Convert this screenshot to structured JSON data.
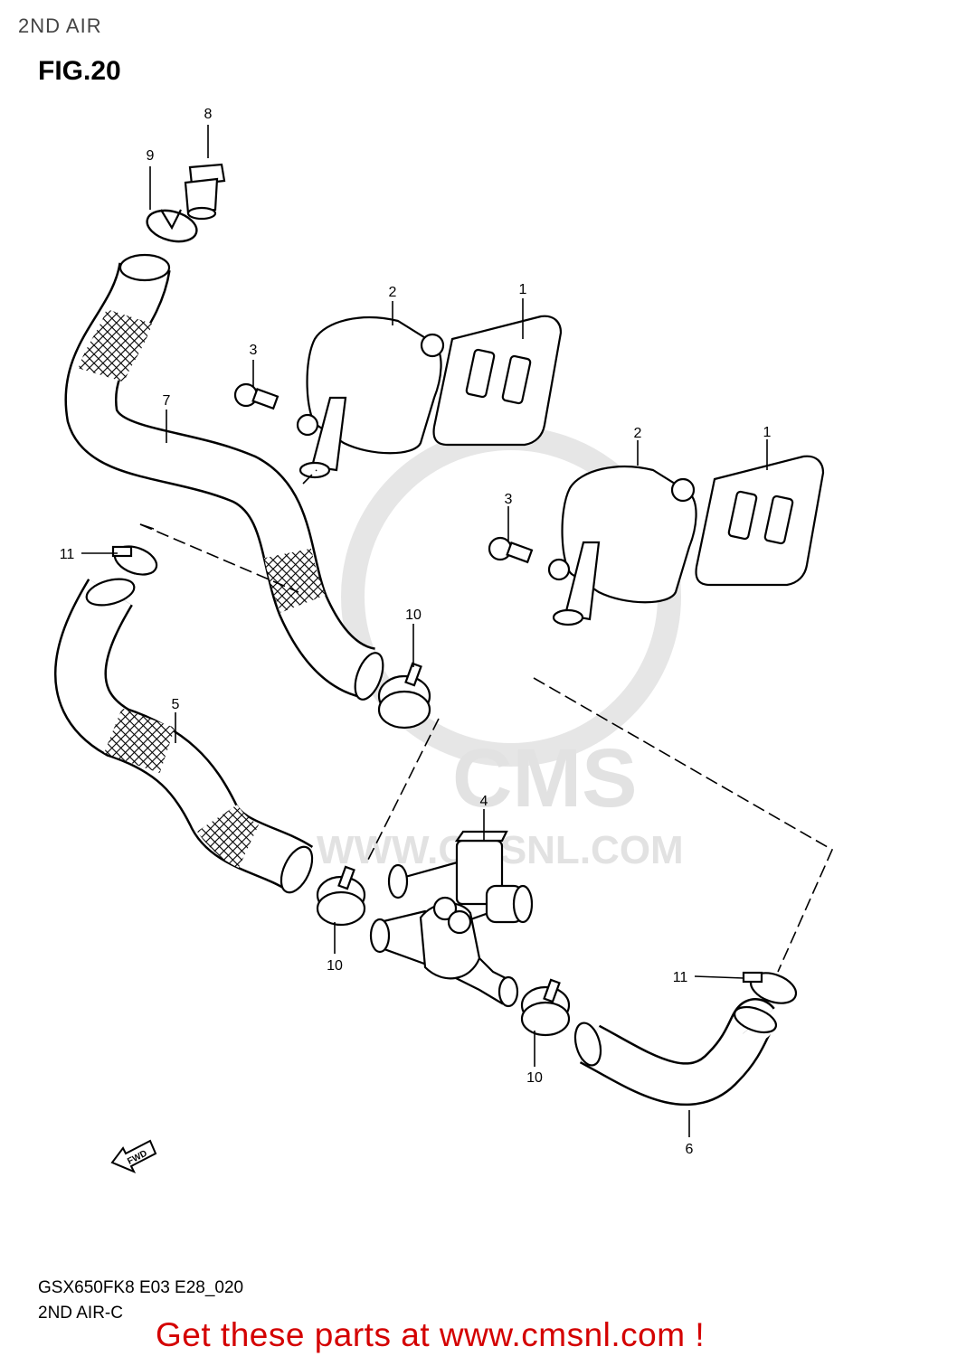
{
  "header": {
    "title": "2ND AIR"
  },
  "figure": {
    "label": "FIG.20"
  },
  "watermark": {
    "brand": "CMS",
    "site": "WWW.CMSNL.COM"
  },
  "diagram": {
    "callouts": [
      "1",
      "1",
      "2",
      "2",
      "3",
      "3",
      "4",
      "5",
      "6",
      "7",
      "8",
      "9",
      "10",
      "10",
      "10",
      "11",
      "11"
    ],
    "fwd_label": "FWD"
  },
  "footer": {
    "model_code": "GSX650FK8 E03 E28_020",
    "section": "2ND AIR-C",
    "promo": "Get these parts at www.cmsnl.com !"
  },
  "colors": {
    "promo_text": "#d40000",
    "watermark": "#e2e2e2",
    "line_art": "#000000"
  }
}
